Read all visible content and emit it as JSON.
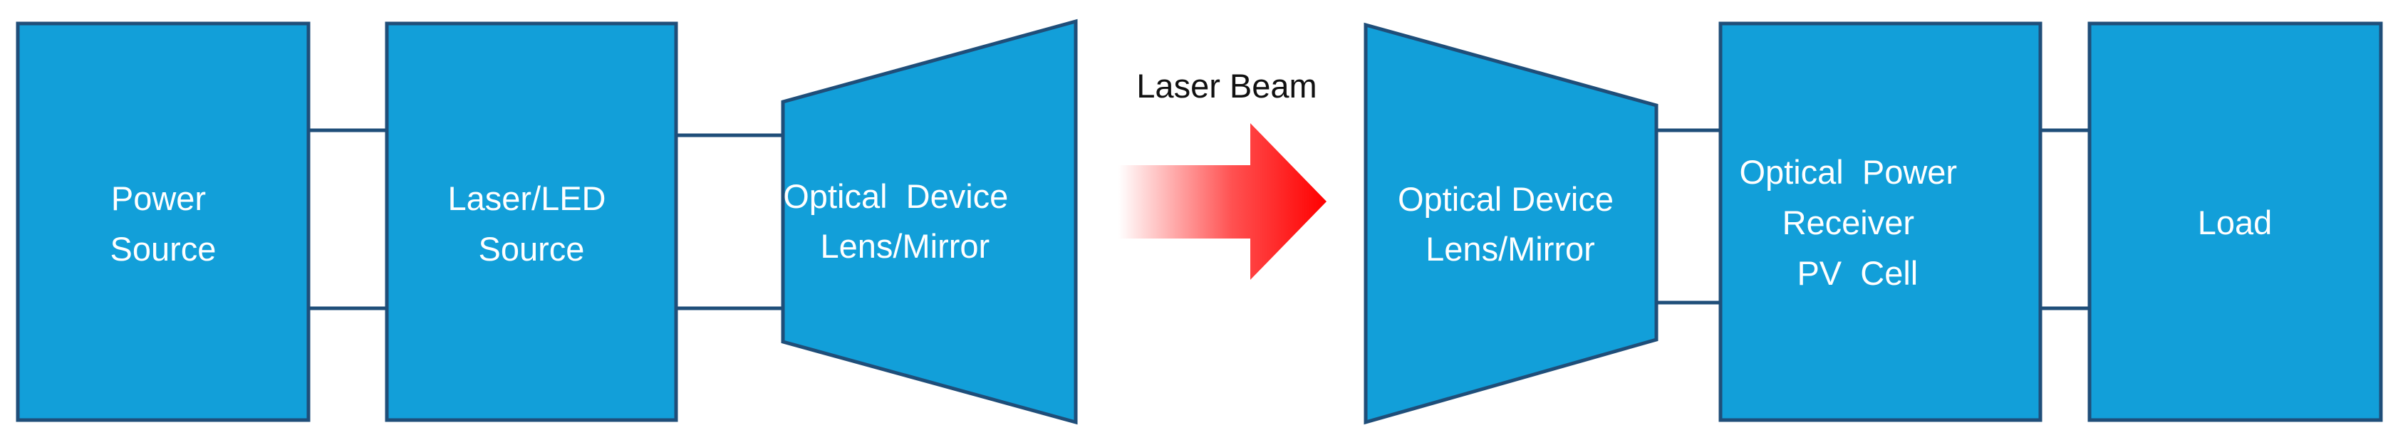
{
  "colors": {
    "block_fill": "#129fd9",
    "block_stroke": "#1f4e79",
    "connector": "#1f4e79",
    "beam_start": "#ffffff",
    "beam_end": "#ff0000",
    "text": "#ffffff"
  },
  "blocks": {
    "power_source": {
      "line1": "Power",
      "line2": "Source"
    },
    "laser_source": {
      "line1": "Laser/LED",
      "line2": "Source"
    },
    "tx_optics": {
      "line1": "Optical  Device",
      "line2": "Lens/Mirror"
    },
    "rx_optics": {
      "line1": "Optical Device",
      "line2": "Lens/Mirror"
    },
    "receiver": {
      "line1": "Optical  Power",
      "line2": "Receiver",
      "line3": "PV  Cell"
    },
    "load": {
      "line1": "Load"
    }
  },
  "beam": {
    "label": "Laser Beam",
    "icon": "right-arrow-icon"
  }
}
